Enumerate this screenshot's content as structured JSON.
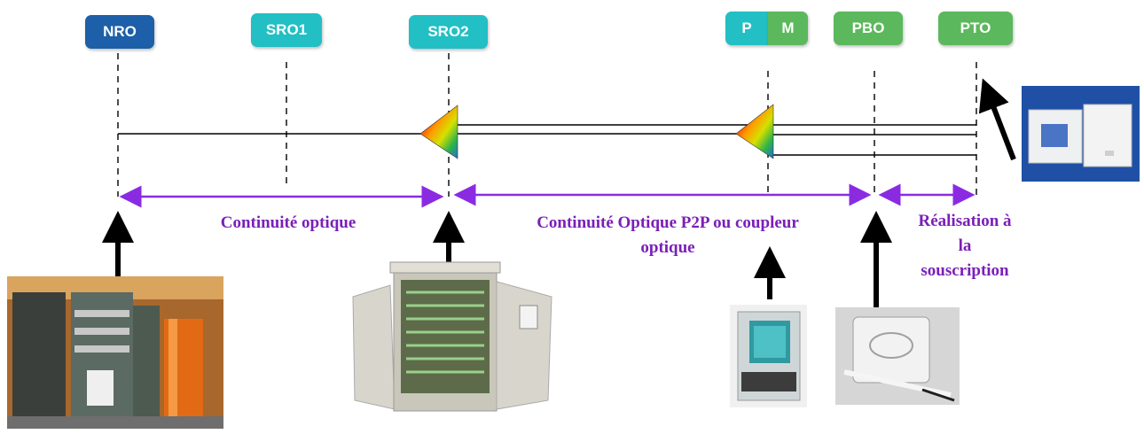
{
  "nodes": {
    "nro": "NRO",
    "sro1": "SRO1",
    "sro2": "SRO2",
    "p": "P",
    "m": "M",
    "pbo": "PBO",
    "pto": "PTO"
  },
  "labels": {
    "continuite_optique": "Continuité optique",
    "p2p_line1": "Continuité Optique P2P ou coupleur",
    "p2p_line2": "optique",
    "realisation_line1": "Réalisation à",
    "realisation_line2": "la",
    "realisation_line3": "souscription"
  },
  "colors": {
    "nro": "#1d5fa8",
    "teal": "#22bfc4",
    "green": "#5cb85c",
    "label_purple": "#7a1fb8",
    "arrow_purple": "#8a2be2"
  }
}
